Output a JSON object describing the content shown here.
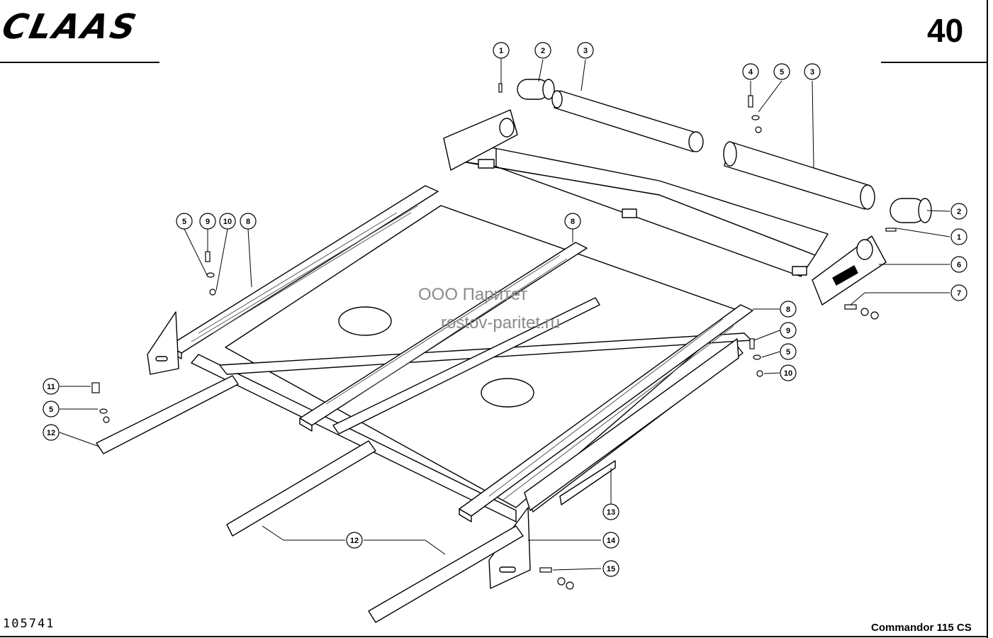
{
  "header": {
    "brand_logo": "CLAAS",
    "page_number": "40"
  },
  "watermark": {
    "line1": "ООО Паритет",
    "line2": "rostov-paritet.ru"
  },
  "footer": {
    "document_code": "105741",
    "model": "Commandor 115 CS"
  },
  "callouts": [
    "1",
    "2",
    "3",
    "4",
    "5",
    "3",
    "2",
    "1",
    "6",
    "7",
    "5",
    "9",
    "10",
    "8",
    "8",
    "8",
    "9",
    "5",
    "10",
    "11",
    "5",
    "12",
    "13",
    "12",
    "14",
    "15"
  ]
}
